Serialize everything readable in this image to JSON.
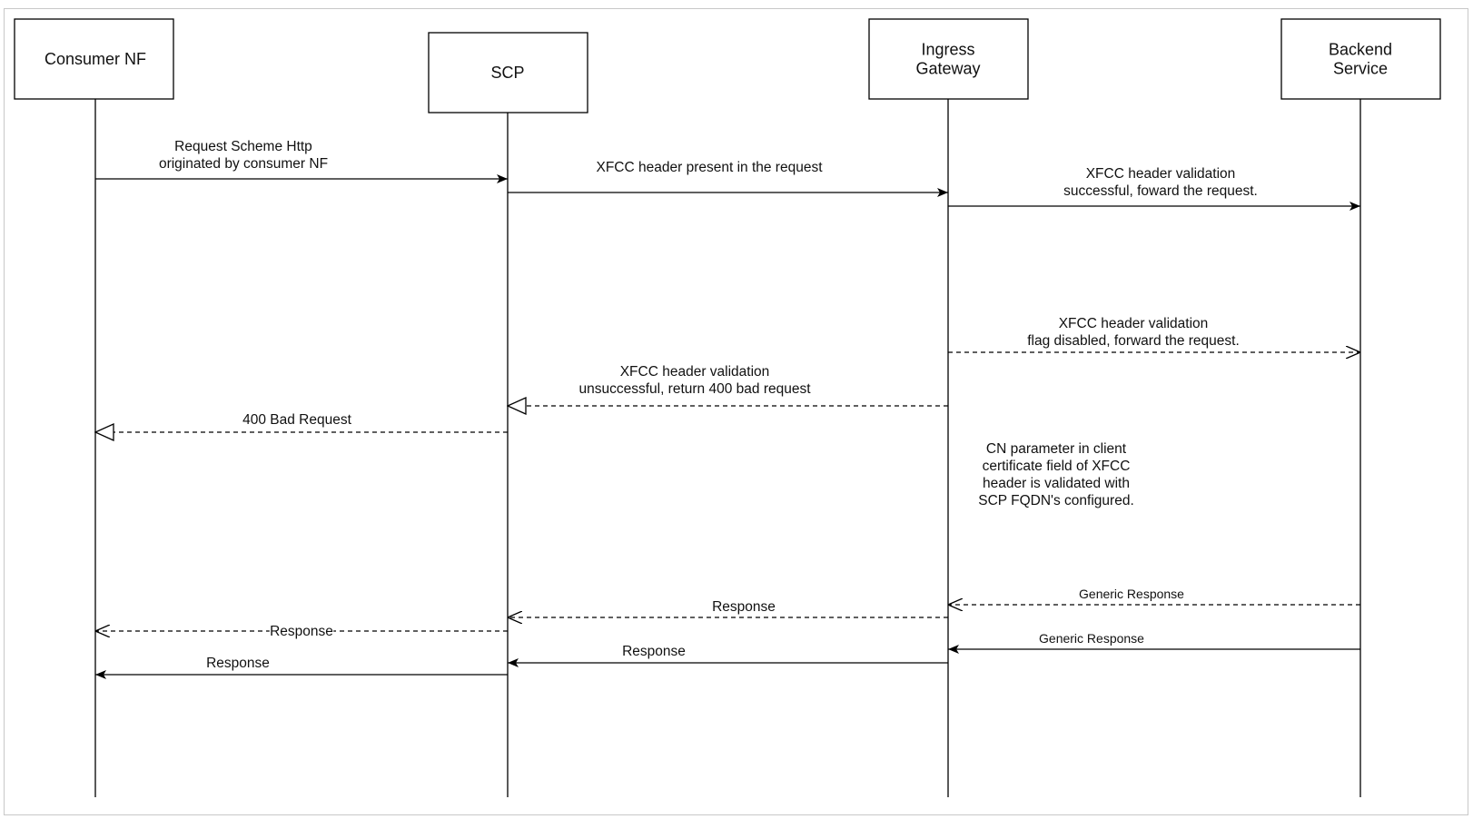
{
  "participants": [
    {
      "id": "consumer",
      "lines": [
        "Consumer NF"
      ]
    },
    {
      "id": "scp",
      "lines": [
        "SCP"
      ]
    },
    {
      "id": "igw",
      "lines": [
        "Ingress",
        "Gateway"
      ]
    },
    {
      "id": "backend",
      "lines": [
        "Backend",
        "Service"
      ]
    }
  ],
  "messages": [
    {
      "id": "msg-request-http",
      "from": "consumer",
      "to": "scp",
      "style": "solid",
      "lines": [
        "Request Scheme Http",
        "originated by consumer NF"
      ]
    },
    {
      "id": "msg-xfcc-present",
      "from": "scp",
      "to": "igw",
      "style": "solid",
      "lines": [
        "XFCC header present in the request"
      ]
    },
    {
      "id": "msg-validation-success",
      "from": "igw",
      "to": "backend",
      "style": "solid",
      "lines": [
        "XFCC header validation",
        "successful, foward the request."
      ]
    },
    {
      "id": "msg-flag-disabled",
      "from": "igw",
      "to": "backend",
      "style": "dashed",
      "lines": [
        "XFCC header validation",
        "flag disabled, forward the request."
      ]
    },
    {
      "id": "msg-validation-unsuccessful",
      "from": "igw",
      "to": "scp",
      "style": "dashed",
      "lines": [
        "XFCC header validation",
        "unsuccessful, return 400 bad request"
      ]
    },
    {
      "id": "msg-400-bad-request",
      "from": "scp",
      "to": "consumer",
      "style": "dashed",
      "lines": [
        "400 Bad Request"
      ]
    },
    {
      "id": "msg-generic-response-dashed",
      "from": "backend",
      "to": "igw",
      "style": "dashed",
      "lines": [
        "Generic Response"
      ]
    },
    {
      "id": "msg-response-igw-scp-dashed",
      "from": "igw",
      "to": "scp",
      "style": "dashed",
      "lines": [
        "Response"
      ]
    },
    {
      "id": "msg-response-scp-consumer-dashed",
      "from": "scp",
      "to": "consumer",
      "style": "dashed",
      "lines": [
        "Response"
      ]
    },
    {
      "id": "msg-generic-response-solid",
      "from": "backend",
      "to": "igw",
      "style": "solid",
      "lines": [
        "Generic Response"
      ]
    },
    {
      "id": "msg-response-igw-scp-solid",
      "from": "igw",
      "to": "scp",
      "style": "solid",
      "lines": [
        "Response"
      ]
    },
    {
      "id": "msg-response-scp-consumer-solid",
      "from": "scp",
      "to": "consumer",
      "style": "solid",
      "lines": [
        "Response"
      ]
    }
  ],
  "notes": [
    {
      "id": "note-cn-parameter",
      "lines": [
        "CN parameter in client",
        "certificate field of XFCC",
        "header is validated with",
        "SCP FQDN's configured."
      ]
    }
  ]
}
